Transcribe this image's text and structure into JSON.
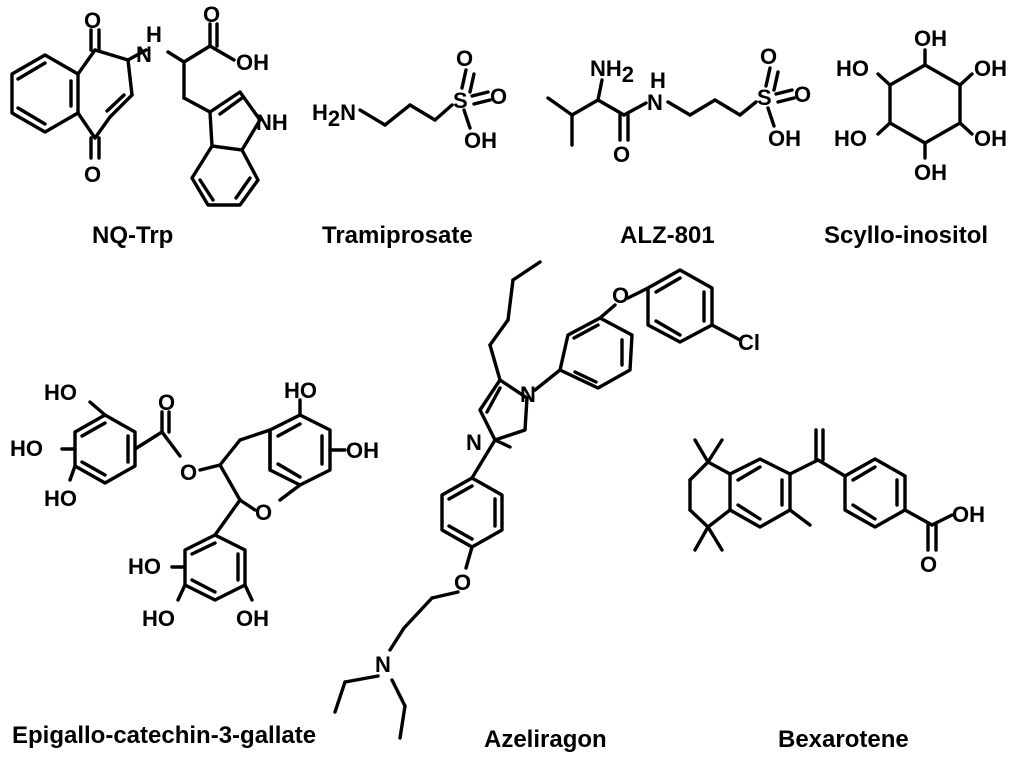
{
  "compounds": [
    {
      "name": "NQ-Trp"
    },
    {
      "name": "Tramiprosate"
    },
    {
      "name": "ALZ-801"
    },
    {
      "name": "Scyllo-inositol"
    },
    {
      "name": "Epigallo-catechin-3-gallate"
    },
    {
      "name": "Azeliragon"
    },
    {
      "name": "Bexarotene"
    }
  ],
  "atom_labels": {
    "O": "O",
    "H": "H",
    "OH": "OH",
    "HO": "HO",
    "NH": "NH",
    "N": "N",
    "S": "S",
    "Cl": "Cl",
    "H2N": "H₂N",
    "NH2": "NH₂"
  }
}
